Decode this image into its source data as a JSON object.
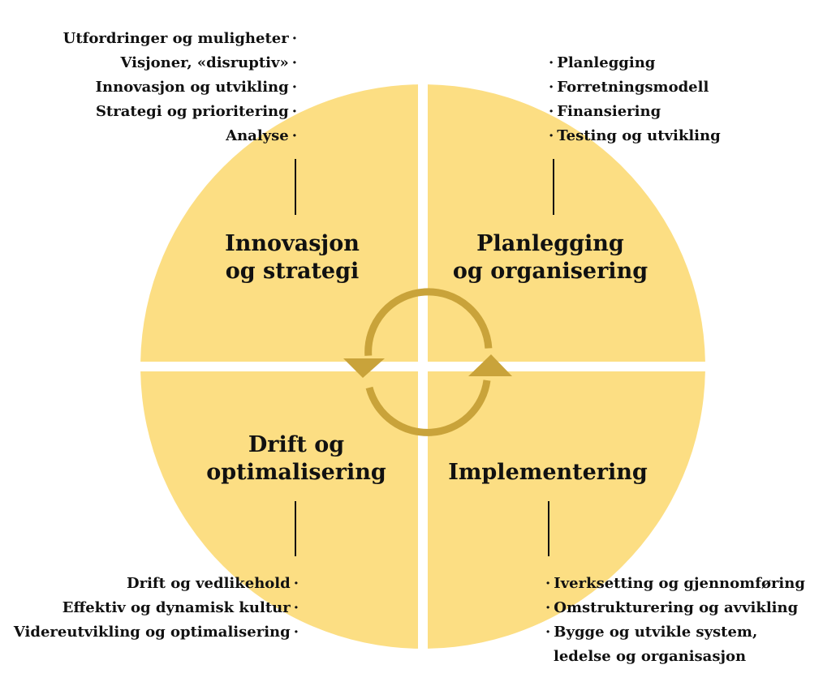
{
  "colors": {
    "quadrant": "#FCDE83",
    "arrow": "#C9A33A",
    "text": "#111111",
    "connector": "#111111"
  },
  "bullet_symbol": "·",
  "quadrants": {
    "top_left": {
      "title_lines": [
        "Innovasjon",
        "og strategi"
      ],
      "items": [
        "Utfordringer og muligheter",
        "Visjoner, «disruptiv»",
        "Innovasjon og utvikling",
        "Strategi og prioritering",
        "Analyse"
      ]
    },
    "top_right": {
      "title_lines": [
        "Planlegging",
        "og organisering"
      ],
      "items": [
        "Planlegging",
        "Forretningsmodell",
        "Finansiering",
        "Testing og utvikling"
      ]
    },
    "bottom_left": {
      "title_lines": [
        "Drift og",
        "optimalisering"
      ],
      "items": [
        "Drift og vedlikehold",
        "Effektiv og dynamisk kultur",
        "Videreutvikling og optimalisering"
      ]
    },
    "bottom_right": {
      "title_lines": [
        "Implementering"
      ],
      "items": [
        "Iverksetting og gjennomføring",
        "Omstrukturering og avvikling",
        "Bygge og utvikle system,"
      ],
      "item_continuation": "ledelse og organisasjon"
    }
  },
  "center_icon": "cycle-arrows-icon"
}
